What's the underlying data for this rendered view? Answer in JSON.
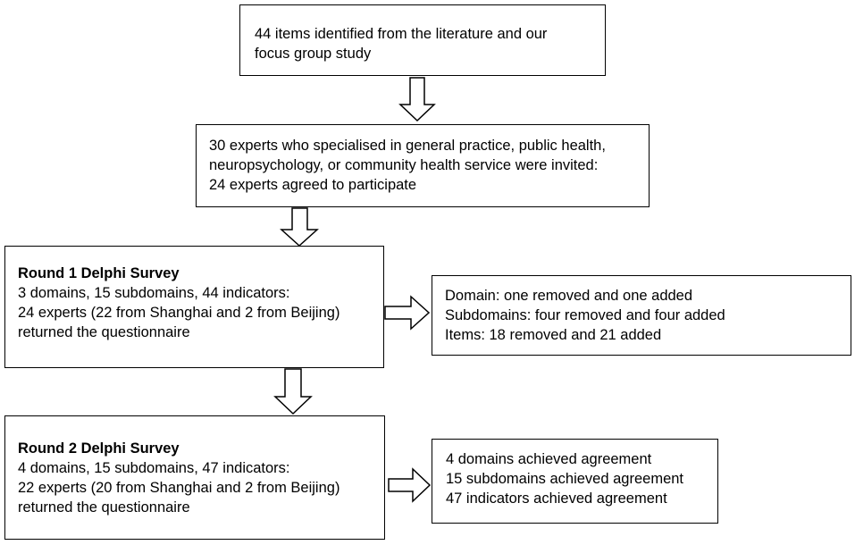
{
  "boxes": {
    "sources": {
      "lines": [
        "44 items identified from the literature and our",
        "focus group study"
      ]
    },
    "experts": {
      "lines": [
        "30 experts who specialised in general practice, public health,",
        "neuropsychology, or community health service were invited:",
        "24 experts agreed to participate"
      ]
    },
    "round1": {
      "title": "Round 1 Delphi Survey",
      "lines": [
        "3 domains, 15 subdomains, 44 indicators:",
        "24 experts (22 from Shanghai and 2 from Beijing)",
        "returned the questionnaire"
      ]
    },
    "round1_changes": {
      "lines": [
        "Domain: one removed and one added",
        "Subdomains: four removed and four added",
        "Items: 18 removed and 21 added"
      ]
    },
    "round2": {
      "title": "Round 2 Delphi Survey",
      "lines": [
        "4 domains, 15 subdomains, 47 indicators:",
        "22 experts (20 from Shanghai and 2 from Beijing)",
        "returned the questionnaire"
      ]
    },
    "round2_results": {
      "lines": [
        "4 domains achieved agreement",
        "15 subdomains achieved agreement",
        "47 indicators achieved agreement"
      ]
    }
  }
}
